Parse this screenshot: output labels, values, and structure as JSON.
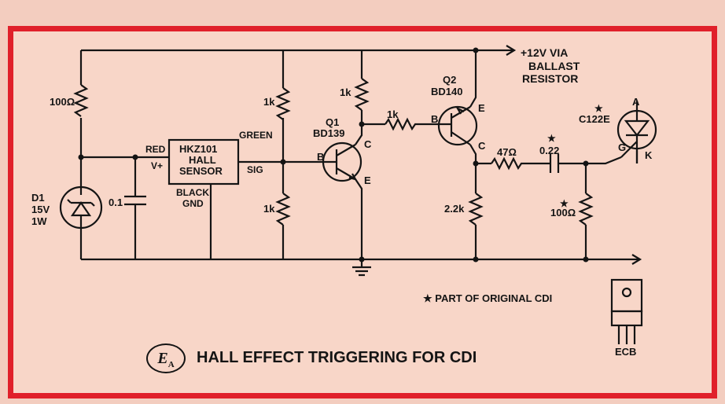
{
  "figure": {
    "badge": {
      "letter": "E",
      "sub": "A"
    },
    "caption": "HALL EFFECT TRIGGERING FOR CDI",
    "note": "★ PART OF ORIGINAL CDI"
  },
  "supply": {
    "line1": "+12V VIA",
    "line2": "BALLAST",
    "line3": "RESISTOR"
  },
  "components": {
    "r_100": "100Ω",
    "r_1k_top": "1k",
    "r_1k_bottom": "1k",
    "r_1k_q1c": "1k",
    "r_1k_base": "1k",
    "r_2k2": "2.2k",
    "r_47": "47Ω",
    "r_100_star": "100Ω",
    "c_01": "0.1",
    "c_022": "0.22",
    "d1_name": "D1",
    "d1_v": "15V",
    "d1_w": "1W",
    "q1_name": "Q1",
    "q1_part": "BD139",
    "q2_name": "Q2",
    "q2_part": "BD140",
    "scr_part": "C122E"
  },
  "sensor": {
    "line1": "HKZ101",
    "line2": "HALL",
    "line3": "SENSOR",
    "red": "RED",
    "vplus": "V+",
    "green": "GREEN",
    "sig": "SIG",
    "black": "BLACK",
    "gnd": "GND"
  },
  "pins": {
    "b": "B",
    "c": "C",
    "e": "E",
    "a": "A",
    "g": "G",
    "k": "K",
    "ecb": "ECB"
  },
  "star": "★"
}
